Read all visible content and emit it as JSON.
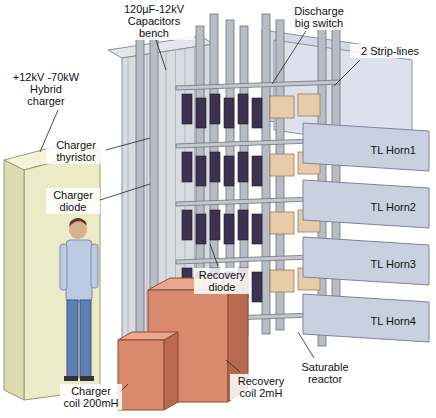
{
  "diagram": {
    "nodes": [
      {
        "text": [
          "TL Horn1"
        ]
      },
      {
        "text": [
          "TL Horn2"
        ]
      },
      {
        "text": [
          "TL Horn3"
        ]
      },
      {
        "text": [
          "TL Horn4"
        ]
      }
    ],
    "labels": [
      "Discharge big switch",
      "120µF-12kV Capacitors bench",
      "+12kV -70kW Hybrid charger",
      "2 Strip-lines",
      "Charger thyristor",
      "Charger diode",
      "Recovery diode",
      "Saturable reactor",
      "Recovery coil 2mH",
      "Charger coil 200mH"
    ]
  }
}
